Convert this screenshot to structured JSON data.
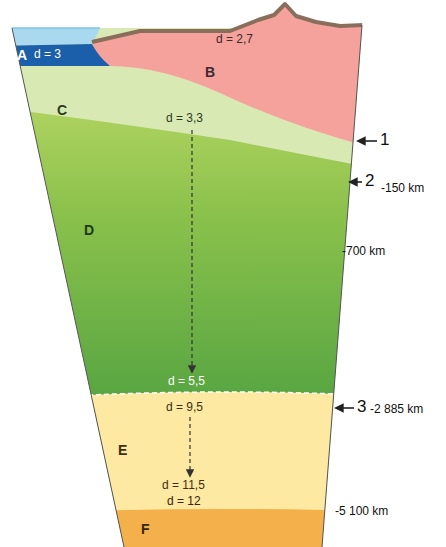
{
  "diagram": {
    "nodes": [
      {
        "text": [
          "A",
          "d = 3"
        ]
      },
      {
        "text": [
          "B",
          "d = 2,7"
        ]
      },
      {
        "text": [
          "C",
          "d = 3,3"
        ]
      },
      {
        "text": [
          "D",
          "d = 5,5"
        ]
      },
      {
        "text": [
          "E",
          "d = 9,5",
          "d = 11,5"
        ]
      },
      {
        "text": [
          "F",
          "d = 12"
        ]
      }
    ],
    "labels": [
      "1",
      "2",
      "-150 km",
      "-700 km",
      "3",
      "-2 885 km",
      "-5 100 km"
    ]
  }
}
